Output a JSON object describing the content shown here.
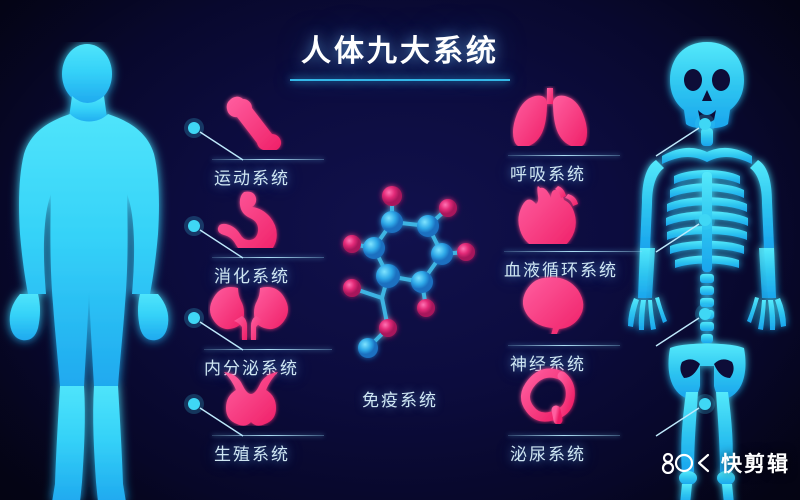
{
  "header": {
    "title": "人体九大系统"
  },
  "center": {
    "label": "免疫系统",
    "icon": "molecule-icon"
  },
  "figures": {
    "left": {
      "name": "human-silhouette",
      "color": "#3fd8f5"
    },
    "right": {
      "name": "skeleton-silhouette",
      "color": "#2fc6f0"
    }
  },
  "colors": {
    "background": "#0c0c3e",
    "accent_cyan": "#35b9e8",
    "dot_cyan": "#3fd8f5",
    "icon_pink": "#f0307a",
    "icon_pink_light": "#ff5c8a",
    "label_text": "#cfe6f2",
    "title_text": "#ffffff"
  },
  "items": {
    "left": [
      {
        "label": "运动系统",
        "icon": "bone-icon"
      },
      {
        "label": "消化系统",
        "icon": "stomach-icon"
      },
      {
        "label": "内分泌系统",
        "icon": "kidneys-icon"
      },
      {
        "label": "生殖系统",
        "icon": "bladder-icon"
      }
    ],
    "right": [
      {
        "label": "呼吸系统",
        "icon": "lungs-icon"
      },
      {
        "label": "血液循环系统",
        "icon": "heart-icon"
      },
      {
        "label": "神经系统",
        "icon": "brain-icon"
      },
      {
        "label": "泌尿系统",
        "icon": "urinary-icon"
      }
    ]
  },
  "watermark": {
    "text": "快剪辑",
    "mark": "8o<-logo"
  }
}
